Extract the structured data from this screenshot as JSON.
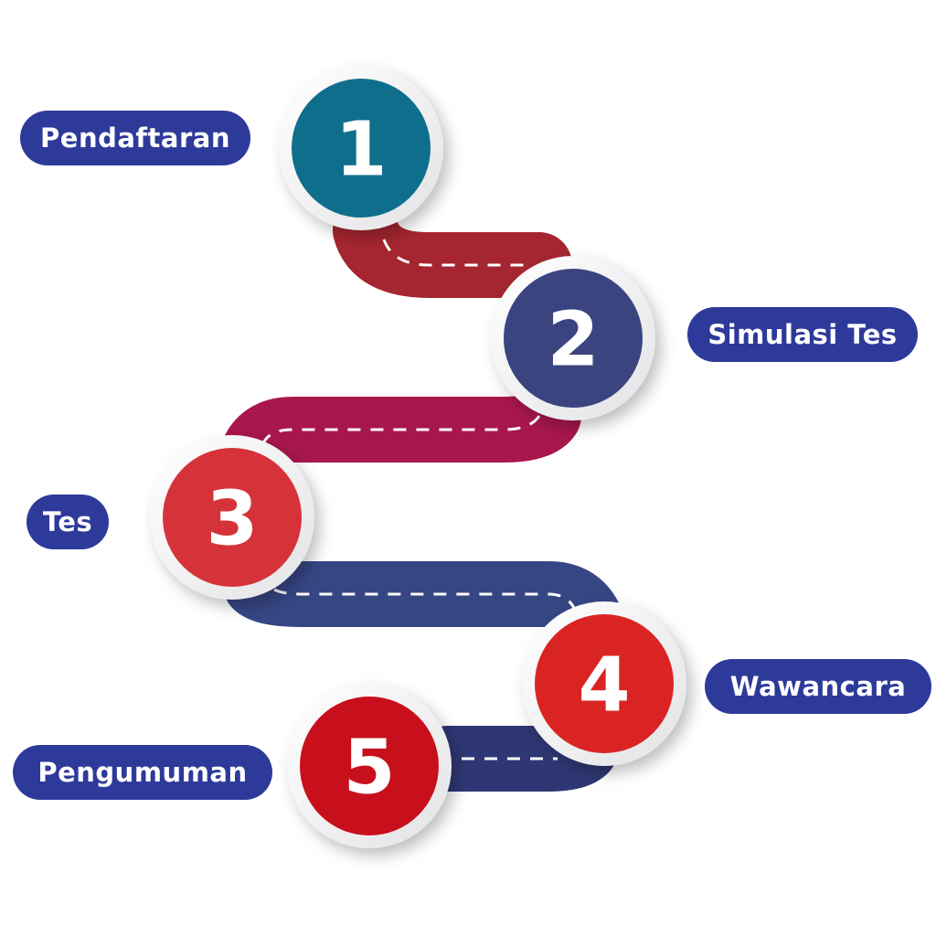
{
  "steps": [
    {
      "number": "1",
      "label": "Pendaftaran",
      "color": "#0f6e8c"
    },
    {
      "number": "2",
      "label": "Simulasi Tes",
      "color": "#3a4580"
    },
    {
      "number": "3",
      "label": "Tes",
      "color": "#d6323a"
    },
    {
      "number": "4",
      "label": "Wawancara",
      "color": "#da2424"
    },
    {
      "number": "5",
      "label": "Pengumuman",
      "color": "#c8101c"
    }
  ],
  "colors": {
    "label_background": "#2d3a9a",
    "road_1_2": "#a52630",
    "road_2_3": "#a8174c",
    "road_3_4": "#364683",
    "road_4_5": "#2e3773",
    "road_dash": "#ffffff"
  }
}
